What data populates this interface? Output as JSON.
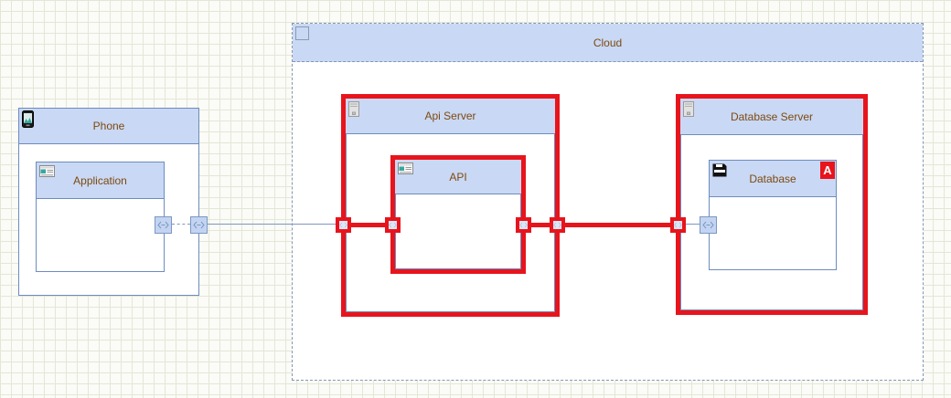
{
  "diagram": {
    "nodes": {
      "cloud": {
        "label": "Cloud",
        "type": "container"
      },
      "phone": {
        "label": "Phone",
        "type": "device"
      },
      "application": {
        "label": "Application",
        "type": "component"
      },
      "api_server": {
        "label": "Api Server",
        "type": "server",
        "selected": true
      },
      "api": {
        "label": "API",
        "type": "component",
        "selected": true
      },
      "database_server": {
        "label": "Database Server",
        "type": "server",
        "selected": true
      },
      "database": {
        "label": "Database",
        "type": "datastore",
        "badge": "A"
      }
    },
    "edges": [
      {
        "from": "application",
        "to": "api_server",
        "style": "thin-blue, dashed between ports then solid"
      },
      {
        "from": "api_server",
        "to": "api",
        "style": "thick-red-selected"
      },
      {
        "from": "api",
        "to": "api_server",
        "style": "thick-red-selected"
      },
      {
        "from": "api_server",
        "to": "database_server",
        "style": "thick-red-selected"
      },
      {
        "from": "database_server",
        "to": "database",
        "style": "thin-blue"
      }
    ],
    "icons": {
      "cloud": "empty-square-icon",
      "phone": "mobile-phone-icon",
      "application": "app-window-icon",
      "api_server": "server-tower-icon",
      "api": "app-window-icon",
      "database_server": "server-tower-icon",
      "database": "floppy-disk-icon",
      "ports": "double-arrow-connector-icon"
    },
    "colors": {
      "header_fill": "#c9d8f4",
      "node_border": "#6d8cbf",
      "selection_red": "#e8141c",
      "label_text": "#7e4a10",
      "edge_blue": "#7b97c2",
      "cloud_dashed_border": "#8496b2",
      "grid_line": "#e3e7d7",
      "canvas_bg": "#fbfbf7",
      "badge_bg": "#e8141c",
      "badge_text": "#ffffff",
      "icon_teal": "#35a79f"
    }
  }
}
